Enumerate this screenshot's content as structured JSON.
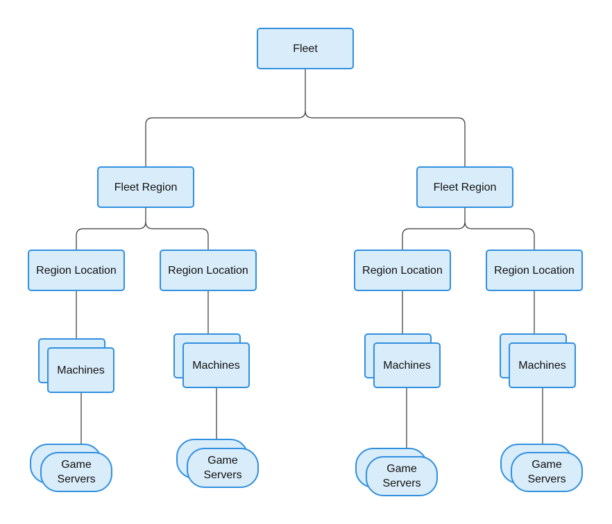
{
  "diagram": {
    "root": {
      "label": "Fleet"
    },
    "regions": [
      {
        "label": "Fleet Region",
        "locations": [
          {
            "label": "Region Location",
            "machines": "Machines",
            "game_servers": "Game\nServers"
          },
          {
            "label": "Region Location",
            "machines": "Machines",
            "game_servers": "Game\nServers"
          }
        ]
      },
      {
        "label": "Fleet Region",
        "locations": [
          {
            "label": "Region Location",
            "machines": "Machines",
            "game_servers": "Game\nServers"
          },
          {
            "label": "Region Location",
            "machines": "Machines",
            "game_servers": "Game\nServers"
          }
        ]
      }
    ]
  },
  "colors": {
    "node_fill": "#d9ecf9",
    "node_border": "#2f8fe0",
    "connector": "#333333"
  }
}
